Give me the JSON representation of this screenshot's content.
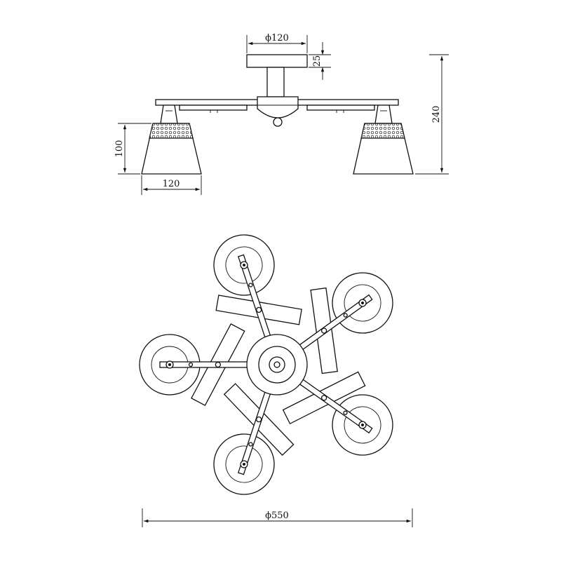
{
  "dimensions": {
    "canopy_diameter": "ϕ120",
    "canopy_height": "25",
    "total_height": "240",
    "shade_height": "100",
    "shade_width": "120",
    "overall_diameter": "ϕ550"
  },
  "colors": {
    "line": "#111111",
    "background": "#ffffff"
  }
}
